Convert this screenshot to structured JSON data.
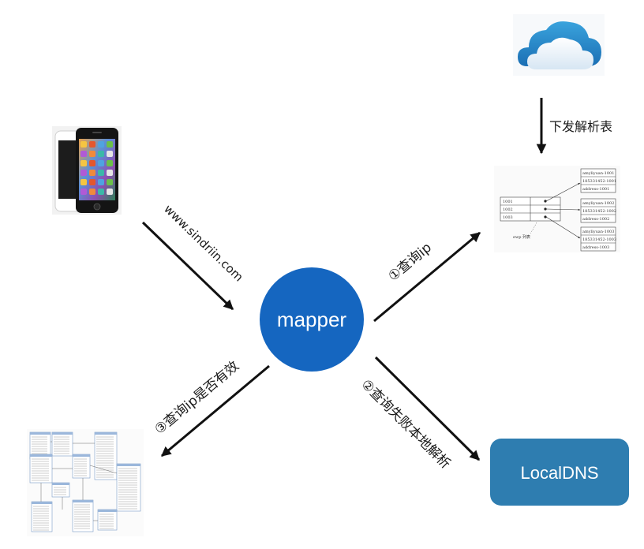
{
  "center": {
    "label": "mapper",
    "color": "#1566c0"
  },
  "cloud_label": "下发解析表",
  "arrows": {
    "phone_to_mapper": "www.sindriin.com",
    "to_mapping_table": "①查询ip",
    "to_localdns": "②查询失败本地解析",
    "to_db_schema": "③查询ip是否有效"
  },
  "localdns": {
    "label": "LocalDNS",
    "color": "#2e7db0"
  },
  "mapping_table": {
    "keys": [
      "1001",
      "1002",
      "1003"
    ],
    "note": "ewp 列表",
    "records": [
      [
        "amyliyuan-1001",
        "185331452-1001",
        "address-1001"
      ],
      [
        "amyliyuan-1002",
        "185331452-1002",
        "address-1002"
      ],
      [
        "amyliyuan-1003",
        "185331452-1003",
        "address-1003"
      ]
    ]
  },
  "colors": {
    "arrow": "#111111",
    "text": "#1a1a1a"
  },
  "icons": {
    "phone": "smartphone-icon",
    "cloud": "cloud-icon",
    "schema": "database-schema-icon"
  }
}
